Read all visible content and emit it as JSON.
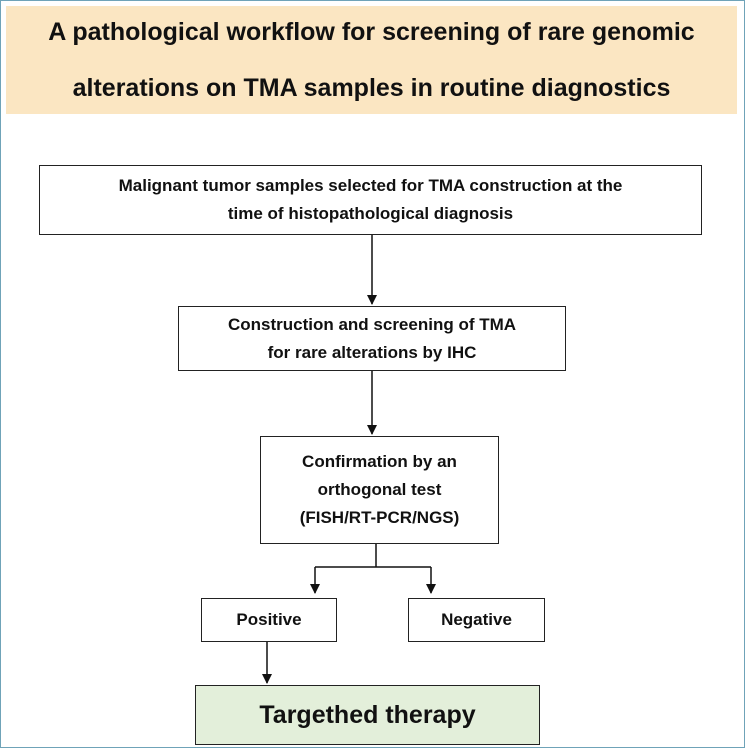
{
  "title": {
    "line1": "A pathological workflow for screening  of rare genomic",
    "line2": "alterations on TMA samples in routine diagnostics"
  },
  "steps": {
    "selection": {
      "line1": "Malignant tumor samples selected for TMA construction at the",
      "line2": "time of histopathological diagnosis"
    },
    "screening": {
      "line1": "Construction and screening of TMA",
      "line2": "for rare alterations by IHC"
    },
    "confirmation": {
      "line1": "Confirmation by an",
      "line2": "orthogonal test",
      "line3": "(FISH/RT-PCR/NGS)"
    },
    "positive": "Positive",
    "negative": "Negative",
    "therapy": "Targethed therapy"
  },
  "colors": {
    "title_background": "#fbe6c2",
    "therapy_background": "#e3efda",
    "frame_border": "#6fa3b8"
  }
}
